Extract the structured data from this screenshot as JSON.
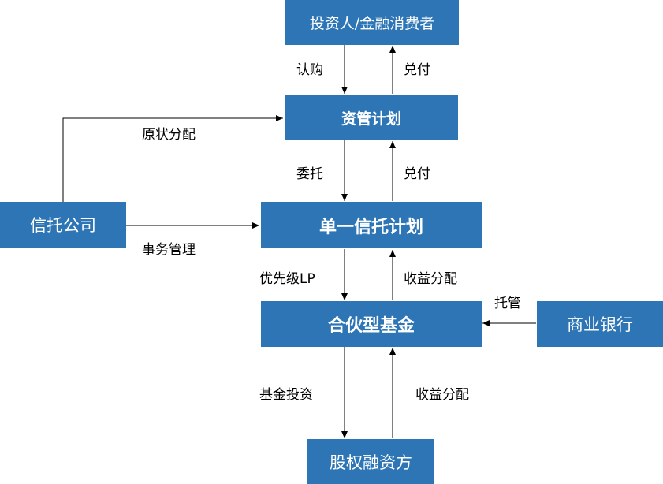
{
  "colors": {
    "box_fill": "#2E75B6",
    "box_text": "#FFFFFF",
    "line": "#000000"
  },
  "nodes": {
    "investor": "投资人/金融消费者",
    "asset_plan": "资管计划",
    "trust_company": "信托公司",
    "single_trust_plan": "单一信托计划",
    "partnership_fund": "合伙型基金",
    "commercial_bank": "商业银行",
    "equity_financier": "股权融资方"
  },
  "edges": {
    "subscribe": "认购",
    "redeem_top": "兑付",
    "original_distribution": "原状分配",
    "entrust": "委托",
    "redeem_mid": "兑付",
    "affairs_management": "事务管理",
    "senior_lp": "优先级LP",
    "income_distribution_mid": "收益分配",
    "custody": "托管",
    "fund_investment": "基金投资",
    "income_distribution_bottom": "收益分配"
  }
}
